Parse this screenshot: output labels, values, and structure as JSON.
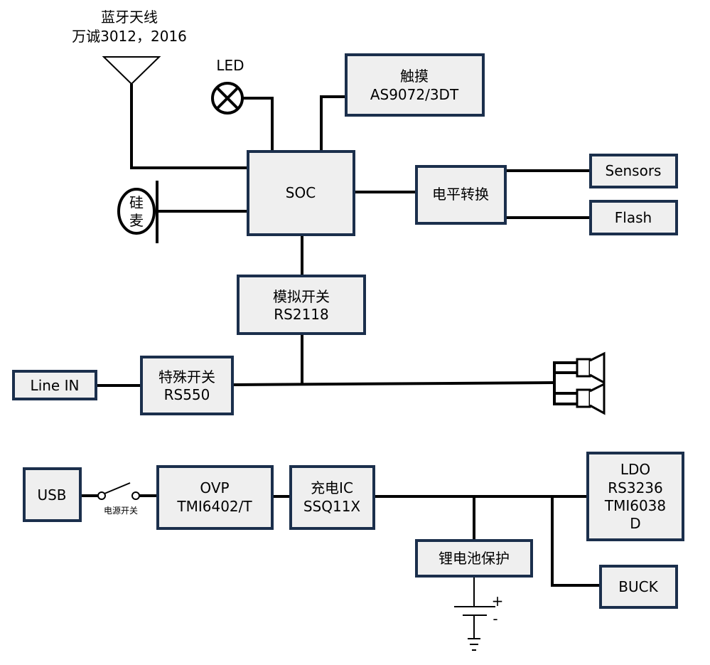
{
  "antenna": {
    "line1": "蓝牙天线",
    "line2": "万诚3012，2016"
  },
  "led": {
    "label": "LED"
  },
  "touch": {
    "line1": "触摸",
    "line2": "AS9072/3DT"
  },
  "soc": {
    "label": "SOC"
  },
  "level_shifter": {
    "label": "电平转换"
  },
  "sensors": {
    "label": "Sensors"
  },
  "flash": {
    "label": "Flash"
  },
  "mic": {
    "line1": "硅",
    "line2": "麦"
  },
  "analog_switch": {
    "line1": "模拟开关",
    "line2": "RS2118"
  },
  "line_in": {
    "label": "Line IN"
  },
  "special_switch": {
    "line1": "特殊开关",
    "line2": "RS550"
  },
  "usb": {
    "label": "USB"
  },
  "power_switch": {
    "label": "电源开关"
  },
  "ovp": {
    "line1": "OVP",
    "line2": "TMI6402/T"
  },
  "charger": {
    "line1": "充电IC",
    "line2": "SSQ11X"
  },
  "ldo": {
    "line1": "LDO",
    "line2": "RS3236",
    "line3": "TMI6038",
    "line4": "D"
  },
  "battery_protect": {
    "label": "锂电池保护"
  },
  "buck": {
    "label": "BUCK"
  },
  "battery": {
    "plus": "+",
    "minus": "-"
  },
  "colors": {
    "box_fill": "#efefef",
    "box_border": "#1b2f4c",
    "wire": "#000000"
  }
}
